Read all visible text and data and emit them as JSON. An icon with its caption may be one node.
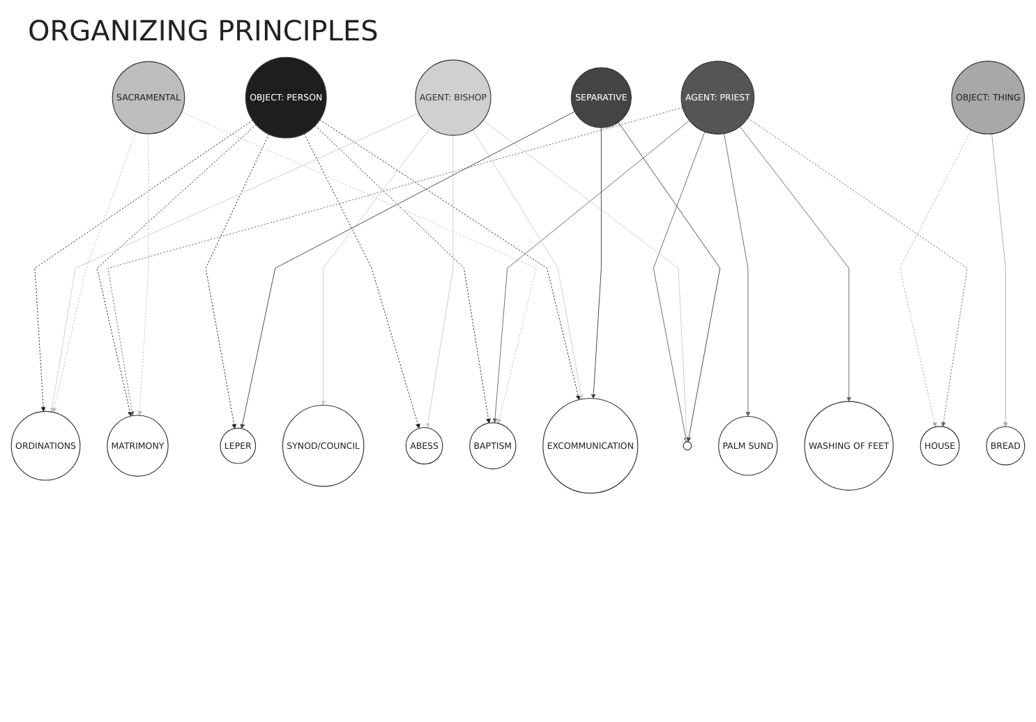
{
  "diagram": {
    "title": "ORGANIZING PRINCIPLES",
    "nodes": [
      {
        "text": [
          "OBJECT: PERSON"
        ]
      },
      {
        "text": [
          "OBJECT: THING"
        ]
      },
      {
        "text": [
          "AGENT: PRIEST"
        ]
      },
      {
        "text": [
          "AGENT: BISHOP"
        ]
      },
      {
        "text": [
          "SACRAMENTAL"
        ]
      },
      {
        "text": [
          "SEPARATIVE"
        ]
      },
      {
        "text": [
          "BREAD"
        ]
      },
      {
        "text": [
          "LEPER"
        ]
      },
      {
        "text": [
          "SYNOD/COUNCIL"
        ]
      },
      {
        "text": [
          "BAPTISM"
        ]
      },
      {
        "text": [
          "PALM SUND"
        ]
      },
      {
        "text": [
          "EXCOMMUNICATION"
        ]
      },
      {
        "text": [
          "MATRIMONY"
        ]
      },
      {
        "text": [
          "ORDINATIONS"
        ]
      },
      {
        "text": [
          "ABESS"
        ]
      },
      {
        "text": [],
        "shape": "circle"
      },
      {
        "text": [
          "HOUSE"
        ]
      },
      {
        "text": [
          "WASHING OF FEET"
        ]
      }
    ],
    "edges": [
      {
        "from": 0,
        "to": 9,
        "arrow": "to",
        "style": "dashed",
        "color": "#222222"
      },
      {
        "from": 0,
        "to": 14,
        "arrow": "to",
        "style": "dashed",
        "color": "#222222"
      },
      {
        "from": 0,
        "to": 11,
        "arrow": "to",
        "style": "dashed",
        "color": "#222222"
      },
      {
        "from": 0,
        "to": 12,
        "arrow": "to",
        "style": "dashed",
        "color": "#222222"
      },
      {
        "from": 0,
        "to": 13,
        "arrow": "to",
        "style": "dashed",
        "color": "#222222"
      },
      {
        "from": 0,
        "to": 7,
        "arrow": "to",
        "style": "dashed",
        "color": "#222222"
      },
      {
        "from": 1,
        "to": 6,
        "arrow": "to",
        "color": "#aaaaaa"
      },
      {
        "from": 1,
        "to": 16,
        "arrow": "to",
        "style": "dashed",
        "color": "#aaaaaa"
      },
      {
        "from": 2,
        "to": 9,
        "arrow": "to"
      },
      {
        "from": 2,
        "to": 15,
        "arrow": "to"
      },
      {
        "from": 2,
        "to": 16,
        "arrow": "to",
        "style": "dashed"
      },
      {
        "from": 2,
        "to": 12,
        "arrow": "to",
        "style": "dashed"
      },
      {
        "from": 2,
        "to": 17,
        "arrow": "to"
      },
      {
        "from": 2,
        "to": 10,
        "arrow": "to"
      },
      {
        "from": 3,
        "to": 14,
        "arrow": "to",
        "color": "#cccccc"
      },
      {
        "from": 3,
        "to": 11,
        "arrow": "to",
        "color": "#cccccc"
      },
      {
        "from": 3,
        "to": 15,
        "arrow": "to",
        "color": "#cccccc"
      },
      {
        "from": 3,
        "to": 13,
        "arrow": "to",
        "color": "#cccccc"
      },
      {
        "from": 3,
        "to": 8,
        "arrow": "to",
        "color": "#cccccc"
      },
      {
        "from": 4,
        "to": 9,
        "arrow": "to",
        "style": "dashed",
        "color": "#bbbbbb"
      },
      {
        "from": 4,
        "to": 12,
        "arrow": "to",
        "style": "dashed",
        "color": "#bbbbbb"
      },
      {
        "from": 4,
        "to": 13,
        "arrow": "to",
        "style": "dashed",
        "color": "#bbbbbb"
      },
      {
        "from": 5,
        "to": 11,
        "arrow": "to",
        "color": "#444444"
      },
      {
        "from": 5,
        "to": 15,
        "arrow": "to",
        "color": "#444444"
      },
      {
        "from": 5,
        "to": 7,
        "arrow": "to",
        "color": "#444444"
      }
    ]
  }
}
